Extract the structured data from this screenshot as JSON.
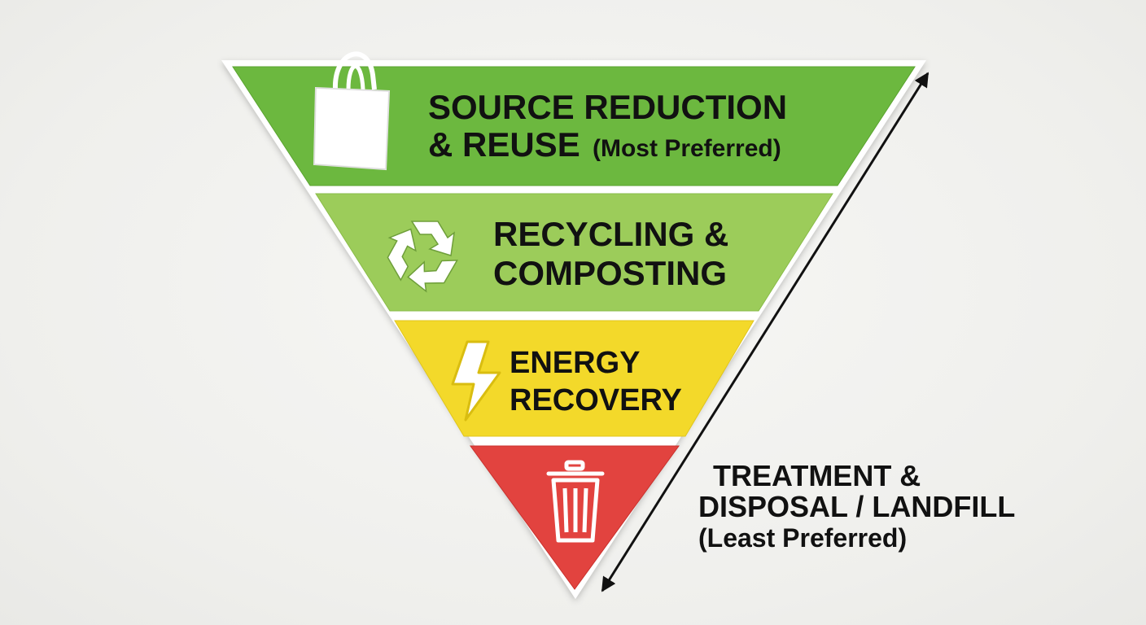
{
  "diagram": {
    "tiers": [
      {
        "id": "source-reduction",
        "lines": [
          "SOURCE REDUCTION",
          "& REUSE"
        ],
        "note": "(Most Preferred)",
        "color": "#6cb83f",
        "icon": "shopping-bag-icon"
      },
      {
        "id": "recycling",
        "lines": [
          "RECYCLING &",
          "COMPOSTING"
        ],
        "color": "#9ccc5a",
        "icon": "recycle-icon"
      },
      {
        "id": "energy",
        "lines": [
          "ENERGY",
          "RECOVERY"
        ],
        "color": "#f3d92a",
        "icon": "lightning-bolt-icon"
      },
      {
        "id": "disposal",
        "color": "#e2433f",
        "icon": "trash-can-icon"
      }
    ],
    "bottom_label": {
      "line1": "TREATMENT &",
      "line2": "DISPOSAL / LANDFILL",
      "note": "(Least Preferred)"
    },
    "arrow": {
      "icon": "double-headed-arrow-icon",
      "color": "#111111"
    },
    "outline_color": "#ffffff"
  }
}
